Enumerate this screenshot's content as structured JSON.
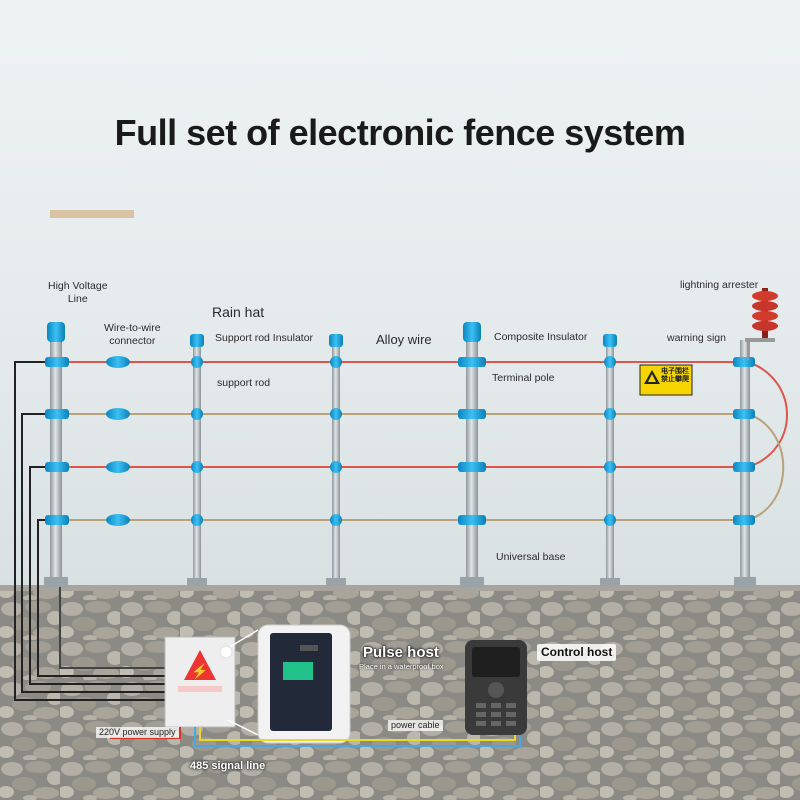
{
  "title": "Full set of electronic fence system",
  "labels": {
    "high_voltage_line": "High Voltage\nLine",
    "wire_to_wire_connector": "Wire-to-wire\nconnector",
    "rain_hat": "Rain hat",
    "support_rod_insulator": "Support rod Insulator",
    "alloy_wire": "Alloy wire",
    "composite_insulator": "Composite Insulator",
    "lightning_arrester": "lightning arrester",
    "warning_sign": "warning sign",
    "support_rod": "support rod",
    "terminal_pole": "Terminal pole",
    "universal_base": "Universal base",
    "pulse_host": "Pulse host",
    "pulse_host_note": "Place in a waterproof box",
    "control_host": "Control host",
    "power_supply": "220V power supply",
    "power_cable": "power cable",
    "signal_line": "485 signal line"
  },
  "warning_sign_text": {
    "line1": "电子围栏",
    "line2": "禁止攀爬"
  },
  "colors": {
    "red_wire": "#e0554a",
    "tan_wire": "#b8a27a",
    "insulator_blue": "#1aa3dc",
    "pole": "#b7bfc4",
    "signal_yellow": "#e8d832",
    "signal_blue": "#4aa8e0",
    "warning_yellow": "#f5d400"
  }
}
